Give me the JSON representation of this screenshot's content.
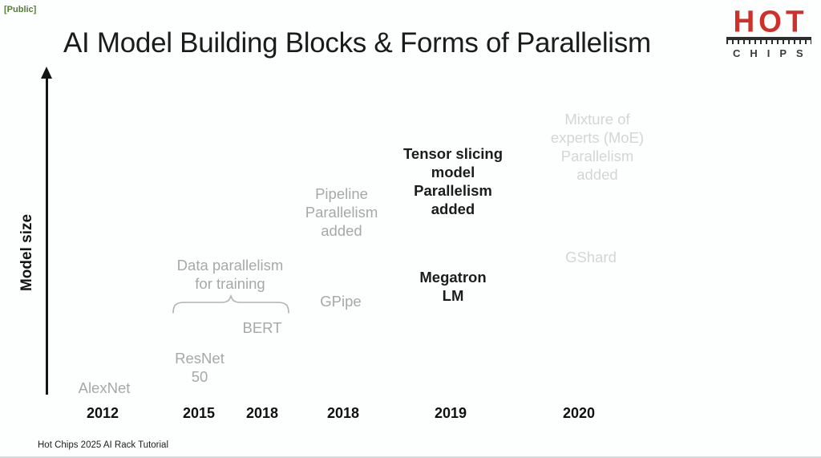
{
  "slide": {
    "classification": "[Public]",
    "title": "AI Model Building Blocks & Forms of Parallelism",
    "footer": "Hot Chips 2025 AI Rack Tutorial"
  },
  "logo": {
    "word_top": "HOT",
    "word_bottom": "CHIPS"
  },
  "axis": {
    "y_label": "Model size"
  },
  "timeline": {
    "years": [
      "2012",
      "2015",
      "2018",
      "2018",
      "2019",
      "2020"
    ]
  },
  "labels": {
    "alexnet": "AlexNet",
    "resnet50": "ResNet\n50",
    "bert": "BERT",
    "gpipe": "GPipe",
    "megatron_lm": "Megatron\nLM",
    "gshard": "GShard"
  },
  "annotations": {
    "data_parallelism": "Data parallelism\nfor training",
    "pipeline_parallelism": "Pipeline\nParallelism\nadded",
    "tensor_slicing": "Tensor slicing\nmodel\nParallelism\nadded",
    "moe_parallelism": "Mixture of\nexperts (MoE)\nParallelism\nadded"
  },
  "colors": {
    "accent_red": "#d0302a",
    "gray_label": "#a8a8a8",
    "light_gray_label": "#d5d5d5",
    "black_text": "#1c1c1c",
    "public_green": "#567d35"
  },
  "chart_data": {
    "type": "scatter",
    "title": "AI Model Building Blocks & Forms of Parallelism",
    "ylabel": "Model size",
    "y_axis_style": "unlabeled upward arrow, relative scale",
    "grid": false,
    "x_tick_labels": [
      "2012",
      "2015",
      "2018",
      "2018",
      "2019",
      "2020"
    ],
    "points": [
      {
        "model": "AlexNet",
        "year": 2012,
        "model_size_rank": 1,
        "style": "gray"
      },
      {
        "model": "ResNet 50",
        "year": 2015,
        "model_size_rank": 2,
        "style": "gray"
      },
      {
        "model": "BERT",
        "year": 2018,
        "model_size_rank": 3,
        "style": "gray"
      },
      {
        "model": "GPipe",
        "year": 2018,
        "model_size_rank": 4,
        "style": "gray"
      },
      {
        "model": "Megatron LM",
        "year": 2019,
        "model_size_rank": 5,
        "style": "black-bold"
      },
      {
        "model": "GShard",
        "year": 2020,
        "model_size_rank": 6,
        "style": "light-gray"
      }
    ],
    "annotations": [
      {
        "text": "Data parallelism for training",
        "applies_to": [
          "ResNet 50",
          "BERT"
        ],
        "marker": "brace below text spanning 2015-2018",
        "style": "gray"
      },
      {
        "text": "Pipeline Parallelism added",
        "applies_to": [
          "GPipe"
        ],
        "style": "gray"
      },
      {
        "text": "Tensor slicing model Parallelism added",
        "applies_to": [
          "Megatron LM"
        ],
        "style": "black-bold"
      },
      {
        "text": "Mixture of experts (MoE) Parallelism added",
        "applies_to": [
          "GShard"
        ],
        "style": "light-gray"
      }
    ]
  }
}
